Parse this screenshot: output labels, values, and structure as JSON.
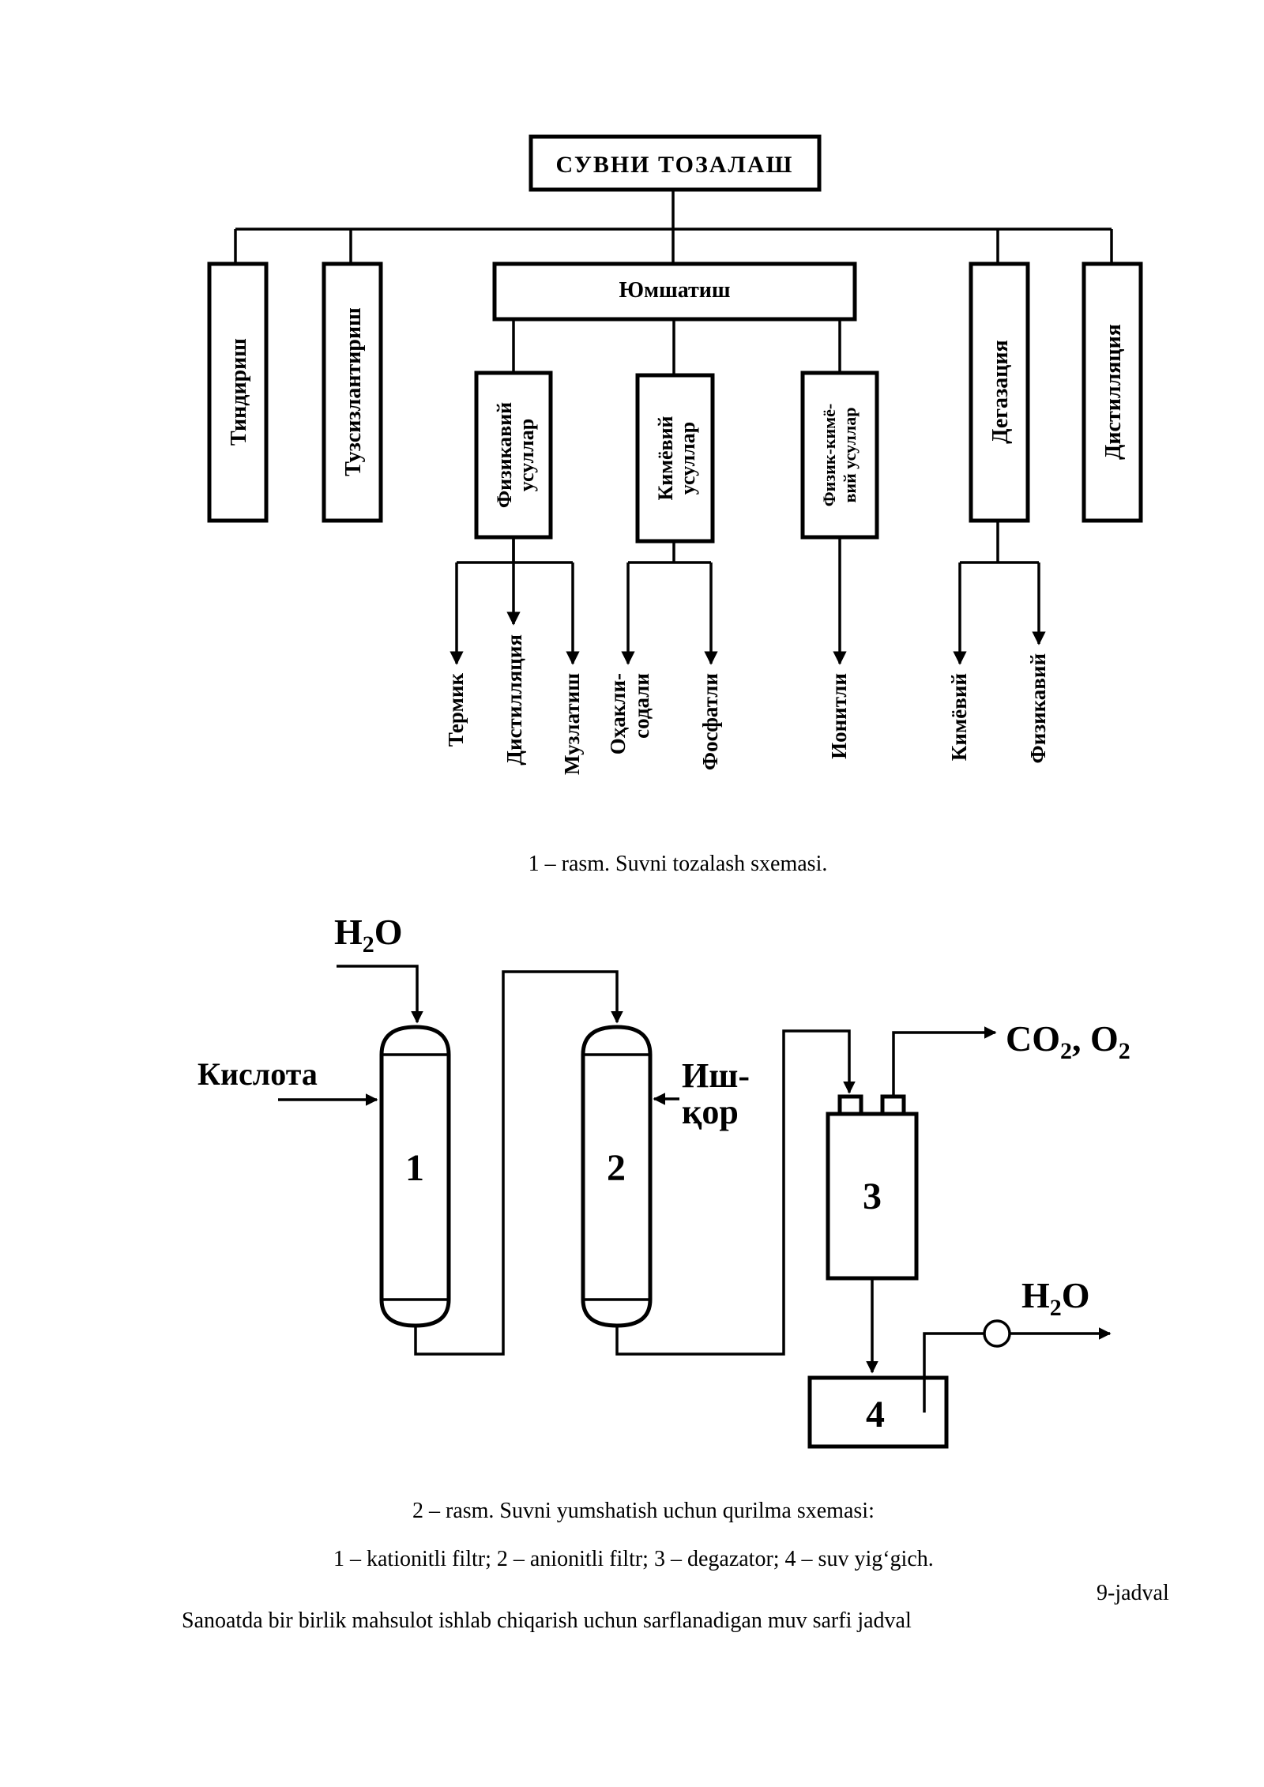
{
  "figure1": {
    "root": "СУВНИ ТОЗАЛАШ",
    "branches": {
      "tindirish": "Тиндириш",
      "tuzsizlantirish": "Тузсизлантириш",
      "yumshatish": "Юмшатиш",
      "degazatsiya": "Дегазация",
      "distillyatsiya": "Дистилляция"
    },
    "methods": {
      "fizikaviy": [
        "Физикавий",
        "усуллар"
      ],
      "kimyoviy": [
        "Кимёвий",
        "усуллар"
      ],
      "fizik_kimyoviy": [
        "Физик-кимё-",
        "вий усуллар"
      ]
    },
    "leaves": {
      "termik": "Термик",
      "distillyatsiya": "Дистилляция",
      "muzlatish": "Музлатиш",
      "ohakli_sodali": [
        "Оҳакли-",
        "содали"
      ],
      "fosfatli": "Фосфатли",
      "ionitli": "Ионитли",
      "kimyoviy": "Кимёвий",
      "fizikaviy": "Физикавий"
    },
    "caption": "1 – rasm. Suvni tozalash sxemasi."
  },
  "figure2": {
    "inlet_h2o": {
      "base": "H",
      "sub": "2",
      "tail": "O"
    },
    "acid": "Кислота",
    "alkali": [
      "Иш-",
      "қор"
    ],
    "gases": {
      "a": "CO",
      "a_sub": "2",
      "sep": ", ",
      "b": "O",
      "b_sub": "2"
    },
    "outlet_h2o": {
      "base": "H",
      "sub": "2",
      "tail": "O"
    },
    "units": [
      "1",
      "2",
      "3",
      "4"
    ],
    "caption": "2 – rasm. Suvni yumshatish uchun qurilma sxemasi:",
    "legend": "1 – kationitli filtr; 2 – anionitli filtr; 3 – degazator; 4 – suv yig‘gich."
  },
  "table_label": "9-jadval",
  "table_title": "Sanoatda bir birlik mahsulot ishlab chiqarish uchun sarflanadigan muv sarfi jadval"
}
